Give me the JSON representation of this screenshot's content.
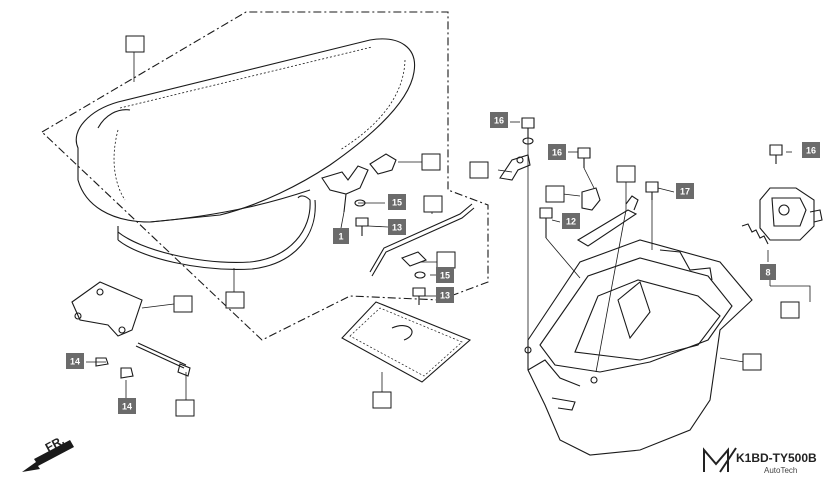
{
  "callouts": {
    "c1": "1",
    "c8": "8",
    "c12": "12",
    "c13a": "13",
    "c13b": "13",
    "c14a": "14",
    "c14b": "14",
    "c15a": "15",
    "c15b": "15",
    "c16a": "16",
    "c16b": "16",
    "c16c": "16",
    "c17": "17"
  },
  "front_label": "FR.",
  "diagram_code": "K1BD-TY500B",
  "brand": "AutoTech",
  "colors": {
    "line": "#1a1a1a",
    "callout_fill": "#6b6b6b",
    "blank_box": "#ffffff"
  }
}
